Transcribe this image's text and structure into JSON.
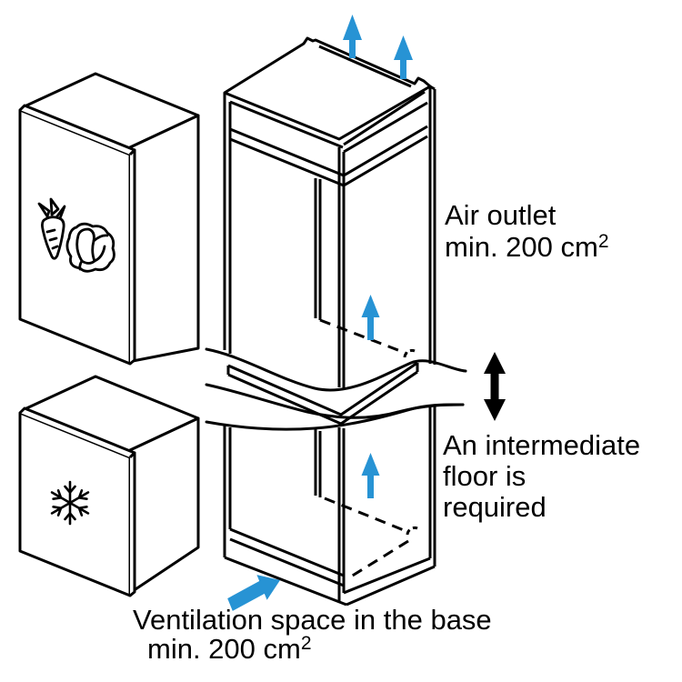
{
  "figure": {
    "colors": {
      "background": "#ffffff",
      "line": "#000000",
      "text": "#000000",
      "arrow_blue": "#2793d4"
    },
    "labels": {
      "air_outlet": {
        "line1": "Air outlet",
        "line2": "min. 200 cm",
        "sup": "2"
      },
      "intermediate_floor": {
        "line1": "An intermediate",
        "line2": "floor is",
        "line3": "required"
      },
      "base_ventilation": {
        "line1": "Ventilation space in the base",
        "line2": "min. 200 cm",
        "sup": "2"
      }
    },
    "icons": {
      "carrot_icon": "carrot outline on fridge door",
      "cabbage_icon": "cabbage outline on fridge door",
      "snowflake_icon": "snowflake outline on freezer door",
      "up_arrow_icon": "blue airflow arrow pointing up",
      "diagonal_arrow_icon": "blue airflow arrow pointing up-right into base vent",
      "double_vertical_arrow_icon": "black double-headed arrow marking intermediate floor height"
    }
  }
}
